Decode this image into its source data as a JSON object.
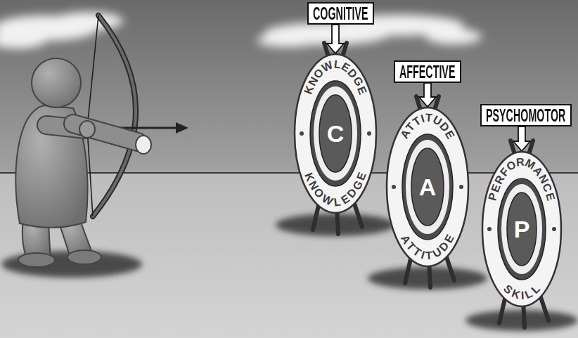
{
  "diagram": {
    "nodes": [
      {
        "text": [
          "COGNITIVE"
        ]
      },
      {
        "text": [
          "KNOWLEDGE",
          "KNOWLEDGE",
          "C"
        ]
      },
      {
        "text": [
          "AFFECTIVE"
        ]
      },
      {
        "text": [
          "ATTITUDE",
          "ATTITUDE",
          "A"
        ]
      },
      {
        "text": [
          "PSYCHOMOTOR"
        ]
      },
      {
        "text": [
          "PERFORMANCE",
          "SKILL",
          "P"
        ]
      }
    ],
    "edges": [
      {
        "from": 0,
        "to": 1,
        "arrow": "to"
      },
      {
        "from": 2,
        "to": 3,
        "arrow": "to"
      },
      {
        "from": 4,
        "to": 5,
        "arrow": "to"
      }
    ]
  }
}
